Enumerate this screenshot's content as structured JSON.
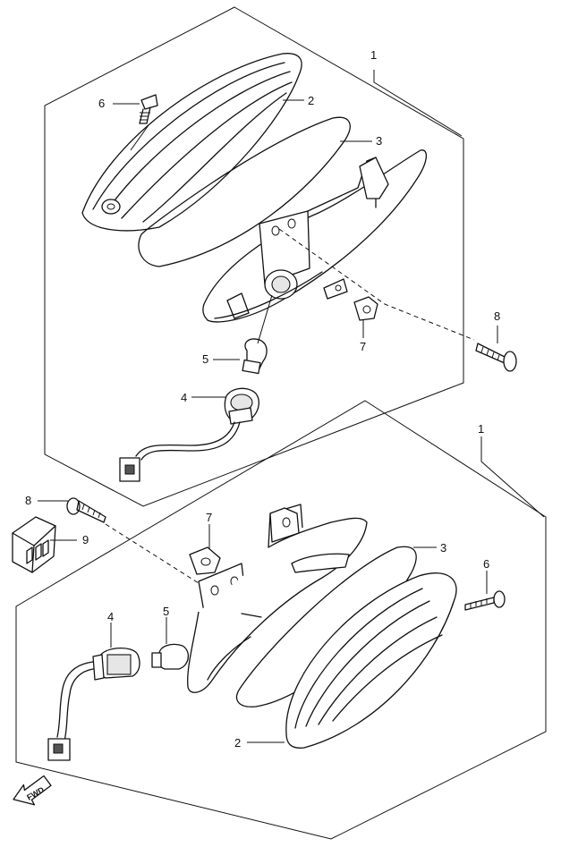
{
  "callouts": {
    "upper": {
      "assembly": "1",
      "lens": "2",
      "gasket": "3",
      "socket": "4",
      "bulb": "5",
      "screw": "6",
      "nut": "7",
      "mount_screw": "8"
    },
    "lower": {
      "assembly": "1",
      "lens": "2",
      "gasket": "3",
      "socket": "4",
      "bulb": "5",
      "screw": "6",
      "nut": "7",
      "mount_screw": "8",
      "relay": "9"
    }
  },
  "direction_marker": {
    "label": "FWD"
  }
}
